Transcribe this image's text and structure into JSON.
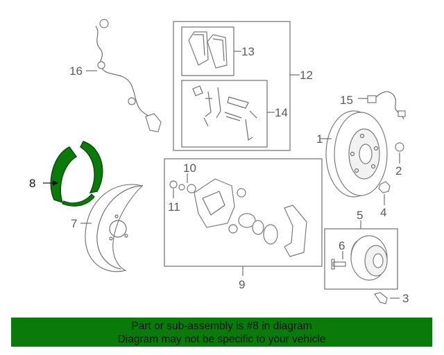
{
  "callouts": {
    "c1": "1",
    "c2": "2",
    "c3": "3",
    "c4": "4",
    "c5": "5",
    "c6": "6",
    "c7": "7",
    "c8": "8",
    "c9": "9",
    "c10": "10",
    "c11": "11",
    "c12": "12",
    "c13": "13",
    "c14": "14",
    "c15": "15",
    "c16": "16"
  },
  "highlight": {
    "part": "8",
    "color": "#0a7a0a"
  },
  "banner": {
    "line1": "Part or sub-assembly is #8 in diagram",
    "line2": "Diagram may not be specific to your vehicle",
    "background": "#0a7a0a"
  }
}
